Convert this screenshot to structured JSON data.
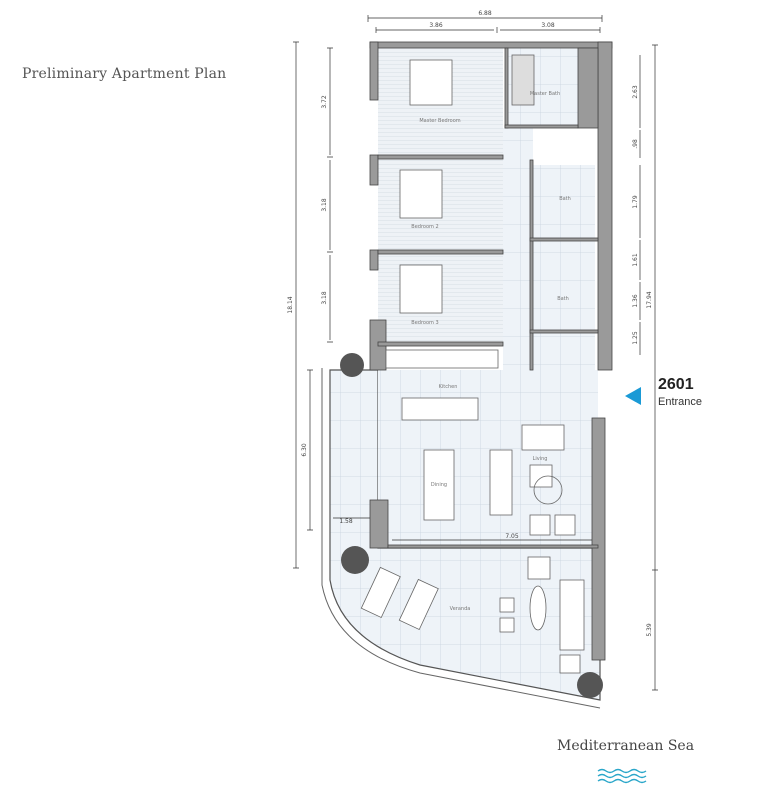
{
  "header": {
    "title": "Preliminary Apartment Plan"
  },
  "unit": {
    "number": "2601",
    "entrance_label": "Entrance",
    "marker_color": "#1a9ad6"
  },
  "footer": {
    "sea_label": "Mediterranean Sea",
    "wave_color": "#2aa6c9"
  },
  "rooms": {
    "master_bedroom": "Master Bedroom",
    "master_bath": "Master Bath",
    "bedroom2": "Bedroom 2",
    "bedroom3": "Bedroom 3",
    "bath1": "Bath",
    "bath2": "Bath",
    "kitchen": "Kitchen",
    "dining": "Dining",
    "living": "Living",
    "veranda": "Veranda"
  },
  "dimensions": {
    "top_total": "6.88",
    "top_left": "3.86",
    "top_right": "3.08",
    "left_total": "18.14",
    "left_master": "3.72",
    "left_bed2": "3.18",
    "left_bed3": "3.18",
    "left_living": "6.30",
    "left_planter": "1.58",
    "living_width": "7.05",
    "right_1": "2.63",
    "right_2": ".98",
    "right_3": "1.79",
    "right_4": "1.61",
    "right_5": "1.36",
    "right_6": "1.25",
    "right_total": "17.94",
    "right_veranda": "5.39"
  },
  "colors": {
    "wall": "#9a9a9a",
    "floor": "#eef3f8",
    "tile_line": "#c9d3de"
  }
}
